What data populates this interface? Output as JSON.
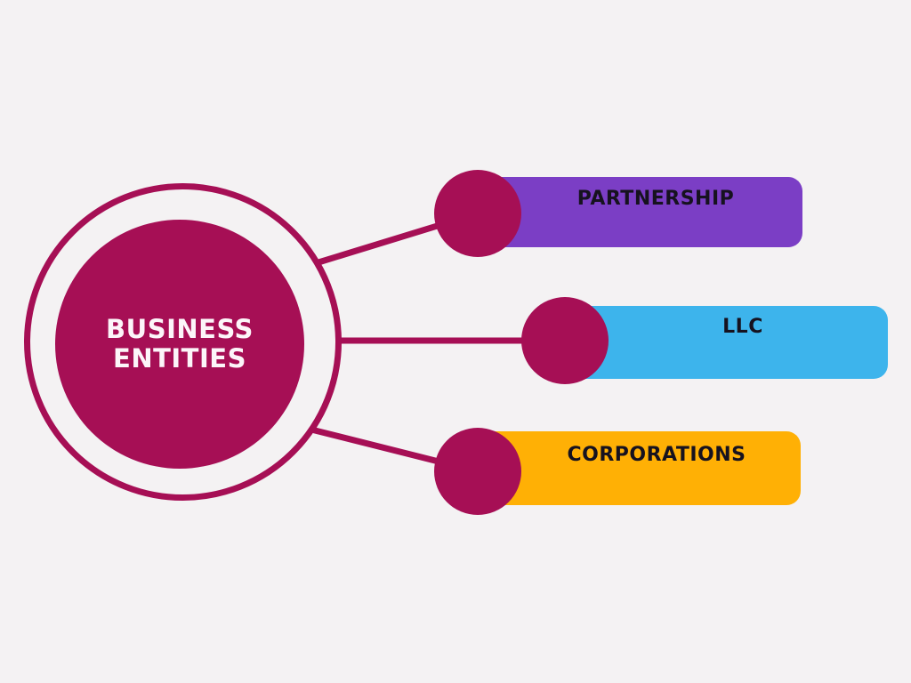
{
  "colors": {
    "background": "#F4F2F3",
    "magenta": "#A60F55",
    "hub_text": "#FCF5F9",
    "label_text": "#16121F",
    "partnership_bar": "#7B3EC5",
    "llc_bar": "#3DB4EC",
    "corporations_bar": "#FFB005"
  },
  "hub": {
    "title": "BUSINESS ENTITIES"
  },
  "branches": [
    {
      "id": "partnership",
      "label": "PARTNERSHIP"
    },
    {
      "id": "llc",
      "label": "LLC"
    },
    {
      "id": "corporations",
      "label": "CORPORATIONS"
    }
  ]
}
